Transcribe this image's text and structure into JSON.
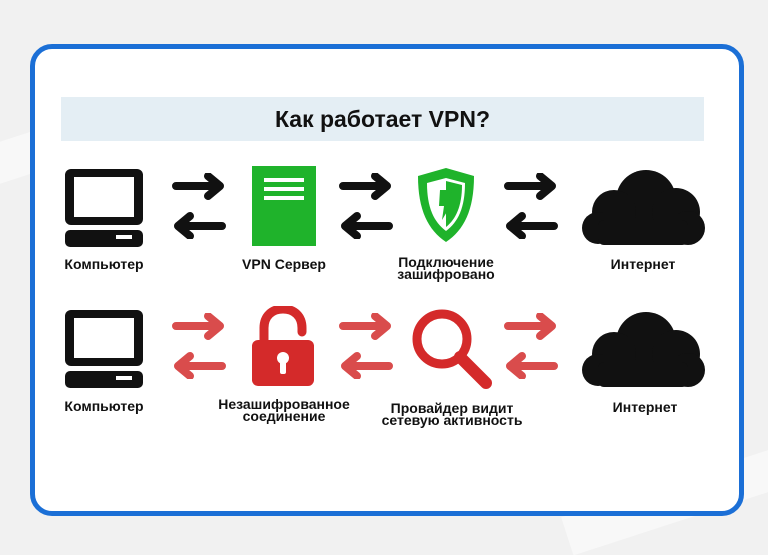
{
  "title": "Как работает VPN?",
  "colors": {
    "frame": "#1b6fd6",
    "title_bg": "#e4eef4",
    "vpn_green": "#1fb32b",
    "danger_red": "#d42a2a",
    "arrow_dark": "#111111",
    "arrow_red": "#d94c4c"
  },
  "row_vpn": {
    "computer": {
      "label": "Компьютер",
      "icon": "computer-icon"
    },
    "server": {
      "label": "VPN Сервер",
      "icon": "server-icon"
    },
    "shield": {
      "label_line1": "Подключение",
      "label_line2": "зашифровано",
      "icon": "shield-icon"
    },
    "internet": {
      "label": "Интернет",
      "icon": "cloud-icon"
    }
  },
  "row_novpn": {
    "computer": {
      "label": "Компьютер",
      "icon": "computer-icon"
    },
    "lock": {
      "label_line1": "Незашифрованное",
      "label_line2": "соединение",
      "icon": "unlocked-padlock-icon"
    },
    "search": {
      "label_line1": "Провайдер видит",
      "label_line2": "сетевую активность",
      "icon": "magnifier-icon"
    },
    "internet": {
      "label": "Интернет",
      "icon": "cloud-icon"
    }
  }
}
